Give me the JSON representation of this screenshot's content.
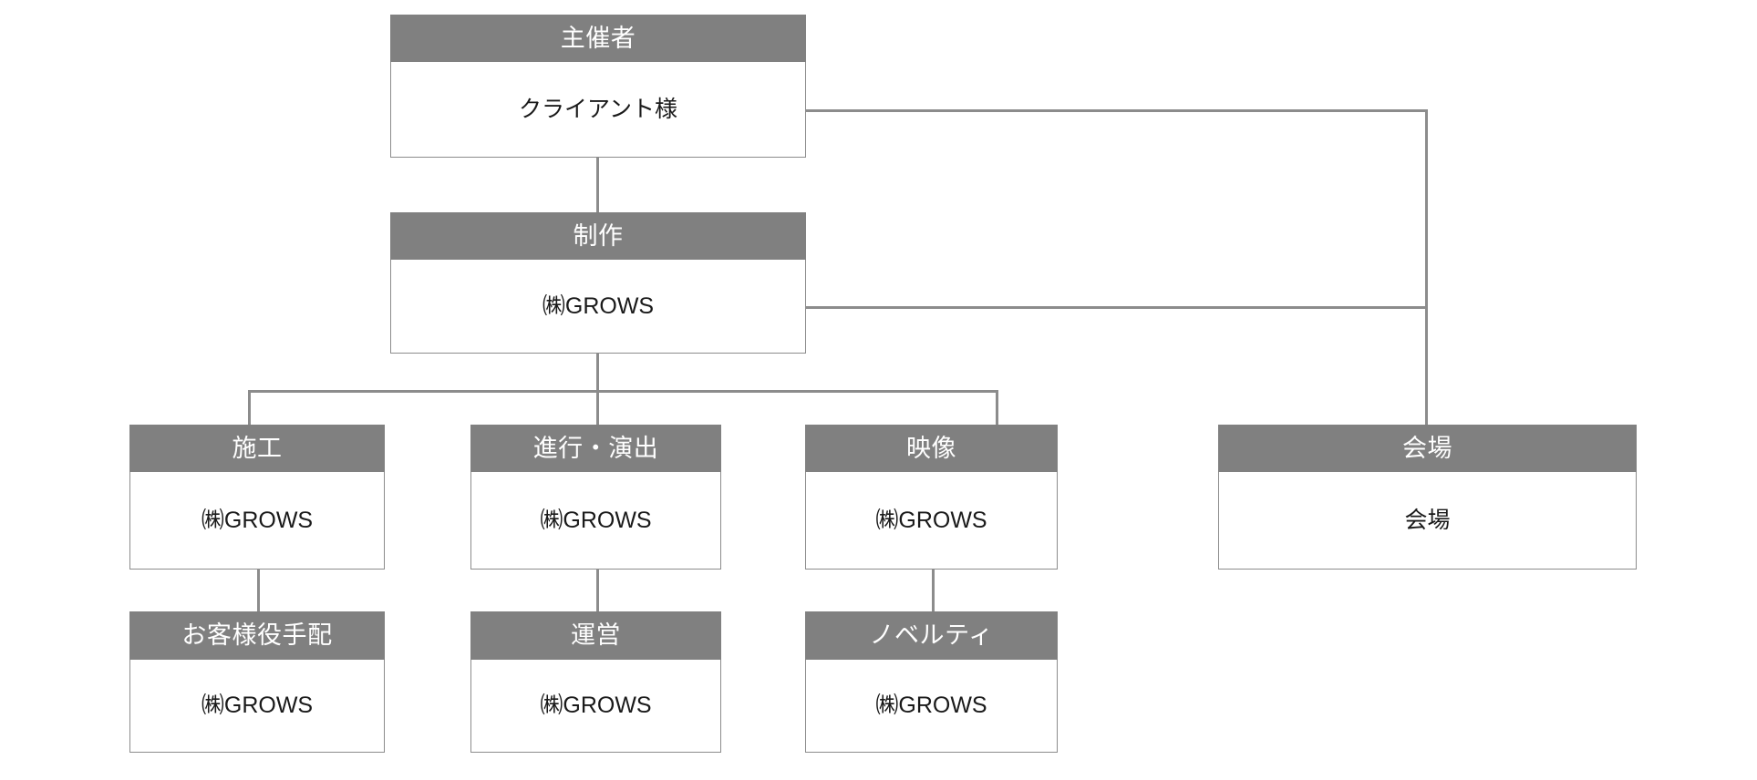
{
  "chart_data": {
    "type": "diagram",
    "title": "",
    "diagram_kind": "organization-chart",
    "colors": {
      "header_fill": "#808080",
      "header_text": "#ffffff",
      "body_fill": "#ffffff",
      "body_text": "#1a1a1a",
      "border": "#8c8c8c",
      "connector": "#8c8c8c",
      "background": "#ffffff"
    },
    "nodes": [
      {
        "id": "organizer",
        "header": "主催者",
        "body": "クライアント様",
        "level": 1
      },
      {
        "id": "production",
        "header": "制作",
        "body": "㈱GROWS",
        "level": 2
      },
      {
        "id": "venue",
        "header": "会場",
        "body": "会場",
        "level": 3
      },
      {
        "id": "construction",
        "header": "施工",
        "body": "㈱GROWS",
        "level": 3
      },
      {
        "id": "progression",
        "header": "進行・演出",
        "body": "㈱GROWS",
        "level": 3
      },
      {
        "id": "video",
        "header": "映像",
        "body": "㈱GROWS",
        "level": 3
      },
      {
        "id": "guest-cast",
        "header": "お客様役手配",
        "body": "㈱GROWS",
        "level": 4
      },
      {
        "id": "operation",
        "header": "運営",
        "body": "㈱GROWS",
        "level": 4
      },
      {
        "id": "novelty",
        "header": "ノベルティ",
        "body": "㈱GROWS",
        "level": 4
      }
    ],
    "edges": [
      {
        "from": "organizer",
        "to": "production"
      },
      {
        "from": "organizer",
        "to": "venue"
      },
      {
        "from": "production",
        "to": "venue"
      },
      {
        "from": "production",
        "to": "construction"
      },
      {
        "from": "production",
        "to": "progression"
      },
      {
        "from": "production",
        "to": "video"
      },
      {
        "from": "construction",
        "to": "guest-cast"
      },
      {
        "from": "progression",
        "to": "operation"
      },
      {
        "from": "video",
        "to": "novelty"
      }
    ]
  },
  "nodes": {
    "organizer": {
      "header": "主催者",
      "body": "クライアント様"
    },
    "production": {
      "header": "制作",
      "body": "㈱GROWS"
    },
    "venue": {
      "header": "会場",
      "body": "会場"
    },
    "construction": {
      "header": "施工",
      "body": "㈱GROWS"
    },
    "progression": {
      "header": "進行・演出",
      "body": "㈱GROWS"
    },
    "video": {
      "header": "映像",
      "body": "㈱GROWS"
    },
    "guest_cast": {
      "header": "お客様役手配",
      "body": "㈱GROWS"
    },
    "operation": {
      "header": "運営",
      "body": "㈱GROWS"
    },
    "novelty": {
      "header": "ノベルティ",
      "body": "㈱GROWS"
    }
  }
}
